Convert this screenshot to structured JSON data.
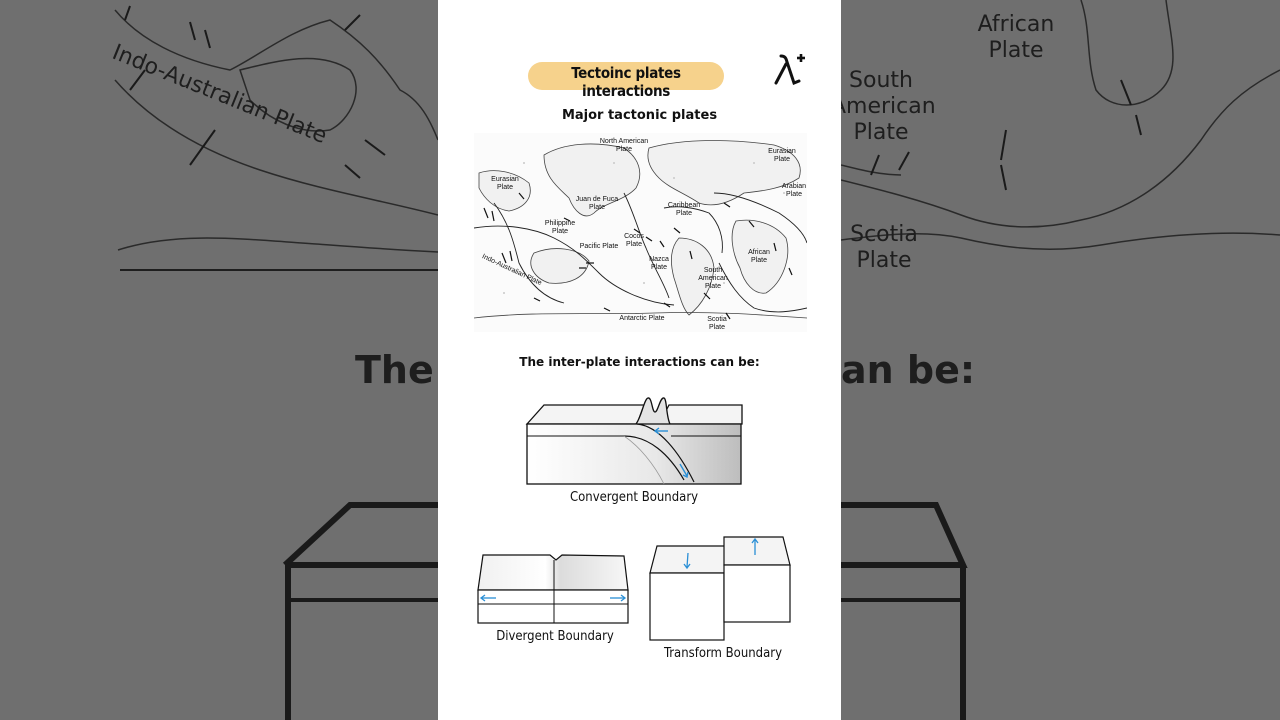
{
  "background": {
    "left_label": "Indo-Australian Plate",
    "right_labels": [
      "African Plate",
      "South American Plate",
      "Scotia Plate"
    ],
    "caption_left": "The in",
    "caption_right": "an be:"
  },
  "header": {
    "title": "Tectoinc plates interactions",
    "logo": "λ+"
  },
  "section_map": {
    "heading": "Major tactonic plates",
    "plates": [
      "North American Plate",
      "Eurasian Plate",
      "Eurasian Plate",
      "Arabian Plate",
      "Juan de Fuca Plate",
      "Caribbean Plate",
      "Philippine Plate",
      "Cocos Plate",
      "Pacific Plate",
      "Nazca Plate",
      "African Plate",
      "South American Plate",
      "Indo-Australian Plate",
      "Antarctic Plate",
      "Scotia Plate"
    ]
  },
  "section_boundaries": {
    "heading": "The inter-plate interactions can be:",
    "convergent": "Convergent Boundary",
    "divergent": "Divergent Boundary",
    "transform": "Transform Boundary"
  },
  "colors": {
    "highlight": "#f6d28c",
    "arrow_blue": "#2a8fd6",
    "background": "#6f6f6f"
  }
}
